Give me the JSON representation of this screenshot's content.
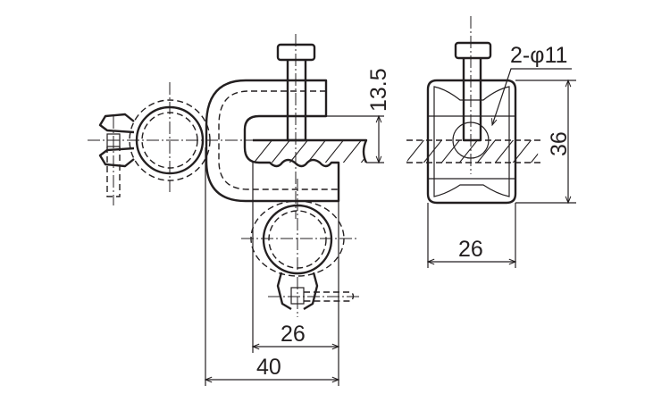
{
  "drawing": {
    "dimensions": {
      "flange_gap": "13.5",
      "hole_spec": "2-φ11",
      "height": "36",
      "side_width": "26",
      "front_width": "26",
      "overall_width": "40"
    },
    "line_color": "#231f20"
  }
}
